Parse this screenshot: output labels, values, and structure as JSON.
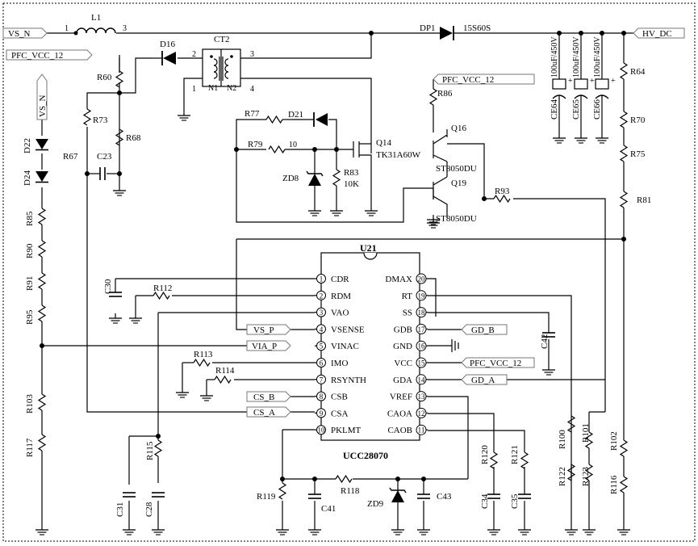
{
  "nets": {
    "vs_n": "VS_N",
    "hv_dc": "HV_DC",
    "pfc_vcc_12": "PFC_VCC_12",
    "vs_p": "VS_P",
    "via_p": "VIA_P",
    "cs_b": "CS_B",
    "cs_a": "CS_A",
    "gd_b": "GD_B",
    "gd_a": "GD_A"
  },
  "pin_numbers": {
    "l1_in": "1",
    "l1_out": "3",
    "ct2_1": "1",
    "ct2_2": "2",
    "ct2_3": "3",
    "ct2_4": "4",
    "q14_gate": "10"
  },
  "components": {
    "L1": "L1",
    "DP1": "DP1",
    "DP1_part": "15S60S",
    "CT2": "CT2",
    "N1": "N1",
    "N2": "N2",
    "D16": "D16",
    "D21": "D21",
    "D22": "D22",
    "D24": "D24",
    "ZD8": "ZD8",
    "ZD9": "ZD9",
    "Q14": "Q14",
    "Q14_part": "TK31A60W",
    "Q16": "Q16",
    "Q16_part": "ST8050DU",
    "Q19": "Q19",
    "Q19_part": "ST8050DU",
    "CE64": "CE64",
    "CE65": "CE65",
    "CE66": "CE66",
    "ce_value": "100uF/450V",
    "R60": "R60",
    "R64": "R64",
    "R67": "R67",
    "R68": "R68",
    "R70": "R70",
    "R73": "R73",
    "R75": "R75",
    "R77": "R77",
    "R79": "R79",
    "R81": "R81",
    "R83": "R83",
    "R83_value": "10K",
    "R85": "R85",
    "R86": "R86",
    "R90": "R90",
    "R91": "R91",
    "R93": "R93",
    "R95": "R95",
    "R100": "R100",
    "R101": "R101",
    "R102": "R102",
    "R103": "R103",
    "R112": "R112",
    "R113": "R113",
    "R114": "R114",
    "R115": "R115",
    "R116": "R116",
    "R117": "R117",
    "R118": "R118",
    "R119": "R119",
    "R120": "R120",
    "R121": "R121",
    "R122": "R122",
    "R123": "R123",
    "C23": "C23",
    "C28": "C28",
    "C30": "C30",
    "C31": "C31",
    "C34": "C34",
    "C35": "C35",
    "C41": "C41",
    "C42": "C42",
    "C43": "C43"
  },
  "ic": {
    "ref": "U21",
    "part": "UCC28070",
    "left_pins": [
      {
        "num": "1",
        "name": "CDR"
      },
      {
        "num": "2",
        "name": "RDM"
      },
      {
        "num": "3",
        "name": "VAO"
      },
      {
        "num": "4",
        "name": "VSENSE"
      },
      {
        "num": "5",
        "name": "VINAC"
      },
      {
        "num": "6",
        "name": "IMO"
      },
      {
        "num": "7",
        "name": "RSYNTH"
      },
      {
        "num": "8",
        "name": "CSB"
      },
      {
        "num": "9",
        "name": "CSA"
      },
      {
        "num": "10",
        "name": "PKLMT"
      }
    ],
    "right_pins": [
      {
        "num": "20",
        "name": "DMAX"
      },
      {
        "num": "19",
        "name": "RT"
      },
      {
        "num": "18",
        "name": "SS"
      },
      {
        "num": "17",
        "name": "GDB"
      },
      {
        "num": "16",
        "name": "GND"
      },
      {
        "num": "15",
        "name": "VCC"
      },
      {
        "num": "14",
        "name": "GDA"
      },
      {
        "num": "13",
        "name": "VREF"
      },
      {
        "num": "12",
        "name": "CAOA"
      },
      {
        "num": "11",
        "name": "CAOB"
      }
    ]
  }
}
